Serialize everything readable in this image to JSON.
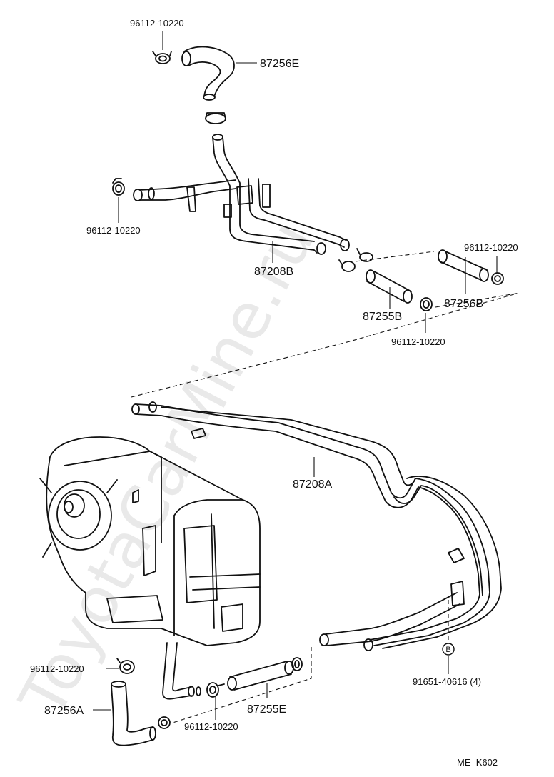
{
  "watermark": "ToyotaCarMine.ru",
  "labels": {
    "clamp_top": "96112-10220",
    "hose_top": "87256E",
    "clamp_left": "96112-10220",
    "pipe_b": "87208B",
    "hose_b_mid": "87255B",
    "clamp_mid": "96112-10220",
    "clamp_right": "96112-10220",
    "hose_b_right": "87256B",
    "pipe_a": "87208A",
    "clamp_lower_left": "96112-10220",
    "hose_a": "87256A",
    "clamp_lower": "96112-10220",
    "hose_e": "87255E",
    "bolt": "91651-40616 (4)",
    "ref_mark": "B"
  },
  "page_code": "ME  K602"
}
